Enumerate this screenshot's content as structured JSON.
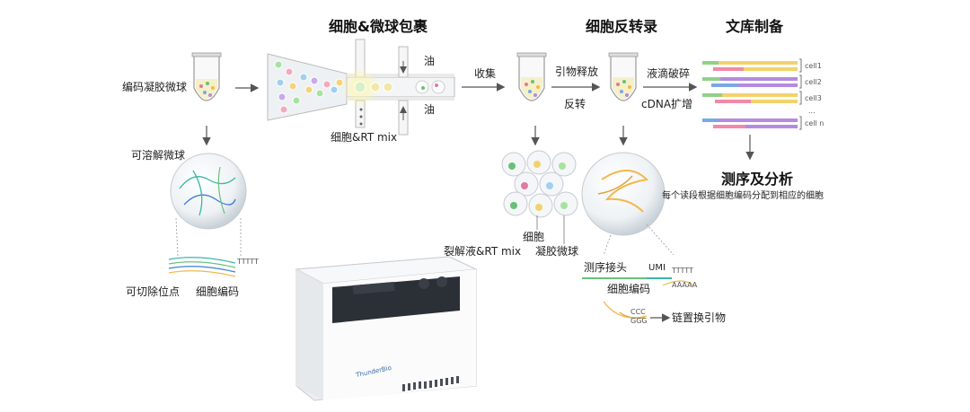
{
  "headers": {
    "encapsulation": "细胞&微球包裹",
    "reverse_transcription": "细胞反转录",
    "library_prep": "文库制备",
    "sequencing": "测序及分析"
  },
  "labels": {
    "barcode_beads": "编码凝胶微球",
    "cells_rt_mix": "细胞&RT mix",
    "oil_top": "油",
    "oil_bottom": "油",
    "collect": "收集",
    "primer_release": "引物释放",
    "reverse": "反转",
    "emulsion_break": "液滴破碎",
    "cdna_amp": "cDNA扩增",
    "soluble_beads": "可溶解微球",
    "cleavage_site": "可切除位点",
    "cell_barcode": "细胞编码",
    "lysis_rt_mix": "裂解液&RT mix",
    "cell": "细胞",
    "gel_bead": "凝胶微球",
    "seq_analysis_desc": "每个读段根据细胞编码分配到相应的细胞",
    "seq_adapter": "测序接头",
    "umi": "UMI",
    "polyt": "TTTTT",
    "polya": "AAAAA",
    "cell_barcode_2": "细胞编码",
    "template_switch": "链置换引物",
    "ccc": "CCC",
    "ggg": "GGG",
    "polyt_small": "TTTTT",
    "device_brand": "ThunderBio"
  },
  "cells_list": [
    "cell1",
    "cell2",
    "cell3",
    "...",
    "cell n"
  ],
  "colors": {
    "arrow": "#555555",
    "tube_liquid": "#f5f0c8",
    "read_yellow": "#f2d36b",
    "read_green": "#8fd18a",
    "read_blue": "#7aa7e6",
    "read_purple": "#b48be0",
    "read_pink": "#f08aa8",
    "bead_teal": "#3bb6a8"
  }
}
